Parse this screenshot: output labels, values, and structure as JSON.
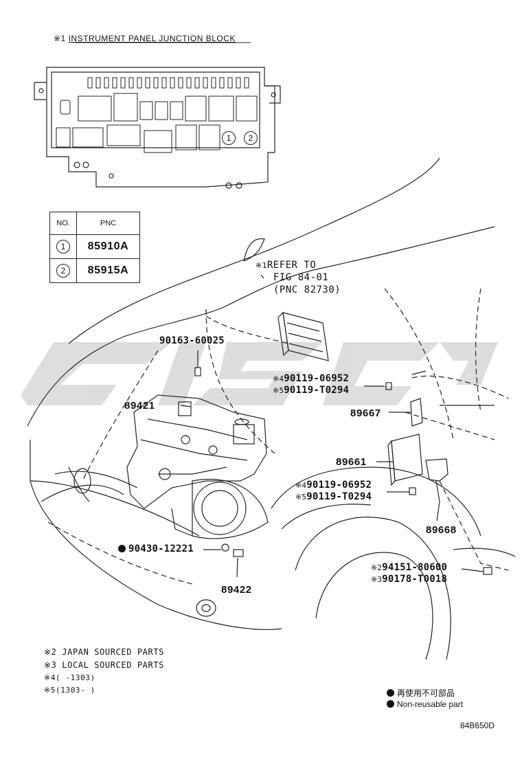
{
  "junction_block": {
    "mark": "※1",
    "title": "INSTRUMENT PANEL JUNCTION BLOCK",
    "circle_1": "1",
    "circle_2": "2"
  },
  "pnc_table": {
    "col_no": "NO.",
    "col_pnc": "PNC",
    "rows": [
      {
        "no": "1",
        "pnc": "85910A"
      },
      {
        "no": "2",
        "pnc": "85915A"
      }
    ]
  },
  "refer": {
    "mark": "※1",
    "line1": "REFER TO",
    "line2": "FIG 84-01",
    "line3": "(PNC 82730)"
  },
  "parts": {
    "p90163": "90163-60025",
    "p89421": "89421",
    "p_a_mark": "※4",
    "p_a": "90119-06952",
    "p_b_mark": "※5",
    "p_b": "90119-T0294",
    "p89667": "89667",
    "p89661": "89661",
    "p_c_mark": "※4",
    "p_c": "90119-06952",
    "p_d_mark": "※5",
    "p_d": "90119-T0294",
    "p89668": "89668",
    "p90430": "90430-12221",
    "p89422": "89422",
    "p_e_mark": "※2",
    "p_e": "94151-80600",
    "p_f_mark": "※3",
    "p_f": "90178-T0018"
  },
  "notes": [
    "※2 JAPAN SOURCED PARTS",
    "※3 LOCAL SOURCED PARTS",
    "※4(      -1303)",
    "※5(1303-      )"
  ],
  "legend": {
    "jp": "再使用不可部品",
    "en": "Non-reusable part"
  },
  "figure_code": "84B650D",
  "watermark_text": "CJSC"
}
